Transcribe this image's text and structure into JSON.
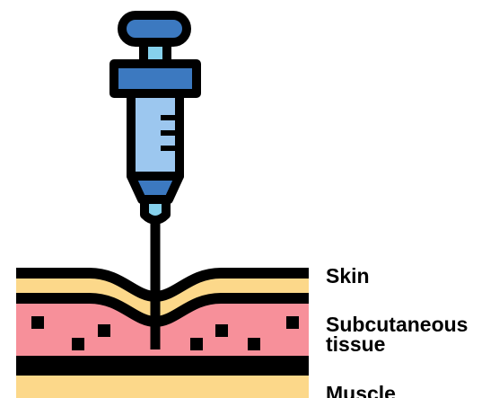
{
  "labels": {
    "skin": "Skin",
    "subcutaneous_line1": "Subcutaneous",
    "subcutaneous_line2": "tissue",
    "muscle": "Muscle"
  },
  "colors": {
    "outline": "#000000",
    "skin_layer": "#fcd88a",
    "subcutaneous_layer": "#f7909a",
    "syringe_barrel": "#9cc7ef",
    "syringe_plunger": "#3c79c0",
    "syringe_stem": "#86d1ec",
    "background": "#ffffff"
  },
  "icons": {
    "syringe": "syringe-icon",
    "tissue": "tissue-layers-icon"
  }
}
